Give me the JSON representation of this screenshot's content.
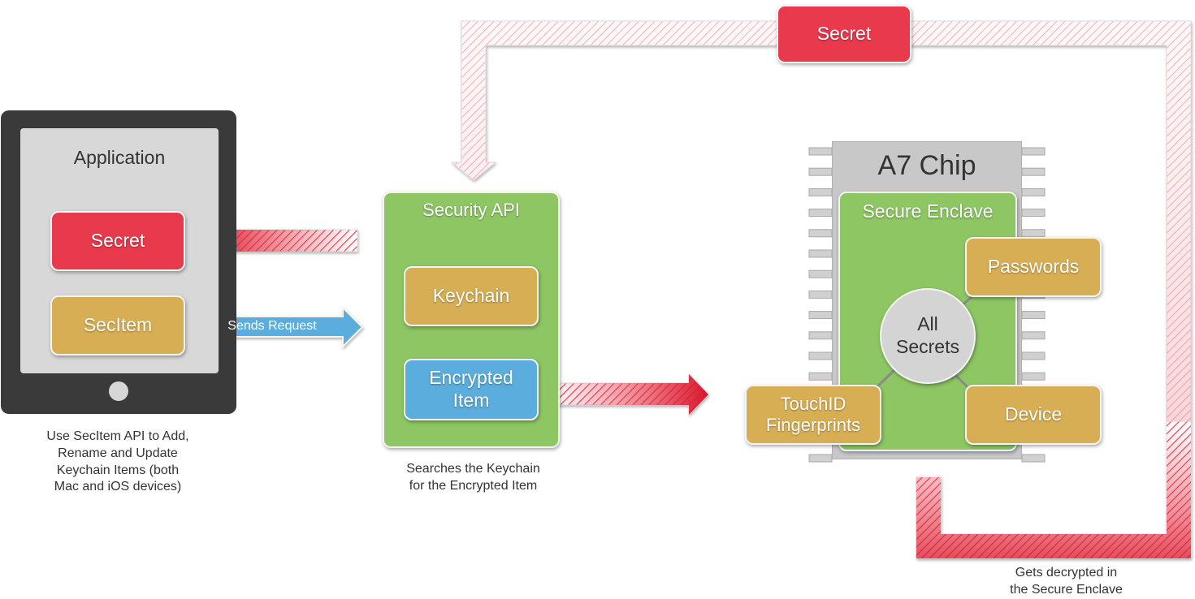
{
  "colors": {
    "secret_red": "#e8394d",
    "item_gold": "#d8ae54",
    "encrypted_blue": "#5aaddc",
    "api_green": "#8dc663",
    "chip_gray": "#c8c8c8",
    "device_dark": "#3a3a3a"
  },
  "device": {
    "title": "Application",
    "secret_label": "Secret",
    "secitem_label": "SecItem",
    "caption_lines": [
      "Use SecItem API to Add,",
      "Rename and Update",
      "Keychain Items (both",
      "Mac and iOS devices)"
    ]
  },
  "request_arrow": {
    "label": "Sends Request"
  },
  "security_api": {
    "title": "Security API",
    "keychain_label": "Keychain",
    "encrypted_lines": [
      "Encrypted",
      "Item"
    ],
    "caption_lines": [
      "Searches the Keychain",
      "for the Encrypted Item"
    ]
  },
  "chip": {
    "title": "A7 Chip",
    "enclave_title": "Secure Enclave",
    "passwords_label": "Passwords",
    "device_label": "Device",
    "touchid_lines": [
      "TouchID",
      "Fingerprints"
    ],
    "all_secrets_lines": [
      "All",
      "Secrets"
    ],
    "caption_lines": [
      "Gets decrypted in",
      "the Secure Enclave"
    ]
  },
  "top_secret": {
    "label": "Secret"
  }
}
